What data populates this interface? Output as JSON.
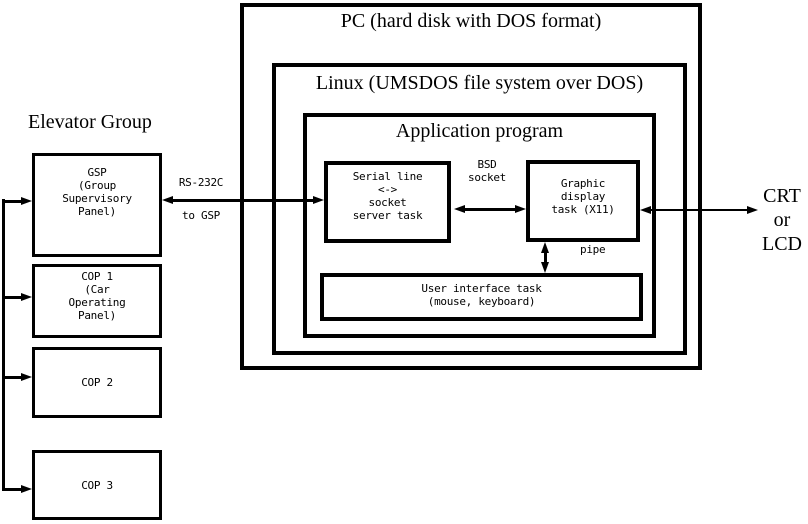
{
  "titles": {
    "elevator_group": "Elevator Group",
    "pc": "PC (hard disk with DOS format)",
    "linux": "Linux (UMSDOS file system over DOS)",
    "application": "Application program"
  },
  "boxes": {
    "gsp": "GSP\n(Group\nSupervisory\nPanel)",
    "cop1": "COP 1\n(Car\nOperating\nPanel)",
    "cop2": "COP 2",
    "cop3": "COP 3",
    "serial": "Serial line\n<->\nsocket\nserver task",
    "graphic": "Graphic\ndisplay\ntask (X11)",
    "ui": "User interface task\n(mouse, keyboard)"
  },
  "labels": {
    "rs232c": "RS-232C",
    "to_gsp": "to GSP",
    "bsd_socket": "BSD\nsocket",
    "pipe": "pipe",
    "display": "CRT\nor\nLCD"
  },
  "colors": {
    "line": "#000000",
    "background": "#ffffff"
  }
}
